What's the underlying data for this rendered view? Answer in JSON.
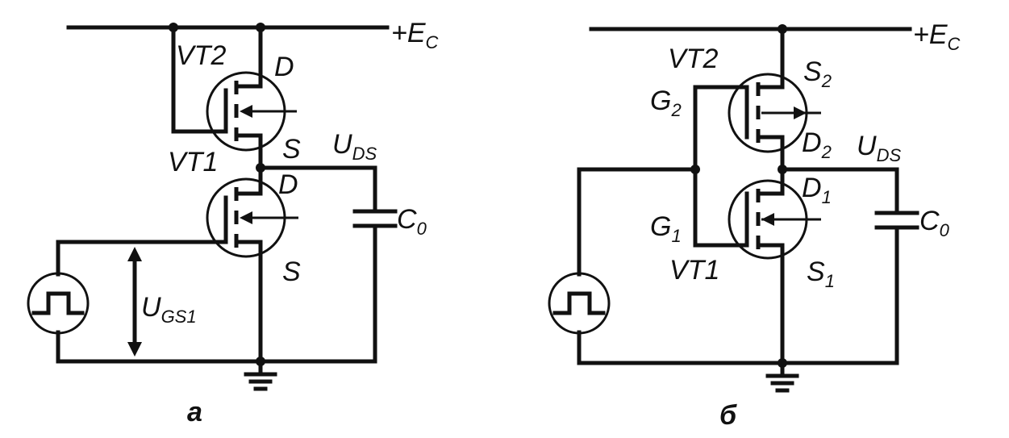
{
  "supply_plus": "+",
  "supply_E": "E",
  "supply_sub": "C",
  "panel_a": {
    "caption": "а",
    "vt2": "VT2",
    "vt1": "VT1",
    "vt2_d": "D",
    "vt2_s": "S",
    "vt1_d": "D",
    "vt1_s": "S",
    "uds_main": "U",
    "uds_sub": "DS",
    "c0_main": "C",
    "c0_sub": "0",
    "ugs_main": "U",
    "ugs_sub": "GS1"
  },
  "panel_b": {
    "caption": "б",
    "vt2": "VT2",
    "vt1": "VT1",
    "g2_main": "G",
    "g2_sub": "2",
    "g1_main": "G",
    "g1_sub": "1",
    "s2_main": "S",
    "s2_sub": "2",
    "d2_main": "D",
    "d2_sub": "2",
    "d1_main": "D",
    "d1_sub": "1",
    "s1_main": "S",
    "s1_sub": "1",
    "uds_main": "U",
    "uds_sub": "DS",
    "c0_main": "C",
    "c0_sub": "0"
  }
}
